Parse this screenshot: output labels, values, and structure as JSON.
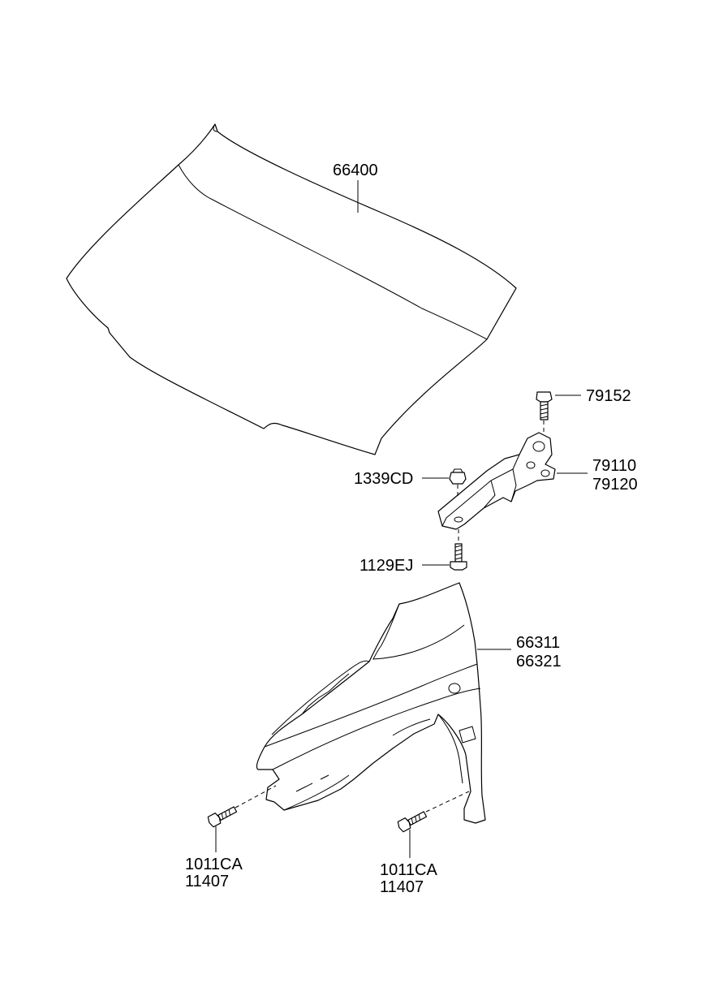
{
  "labels": {
    "hood": "66400",
    "hinge_bolt": "79152",
    "hinge_lh": "79110",
    "hinge_rh": "79120",
    "nut": "1339CD",
    "stud_bolt": "1129EJ",
    "fender_lh": "66311",
    "fender_rh": "66321",
    "fender_bolt_left_a": "1011CA",
    "fender_bolt_left_b": "11407",
    "fender_bolt_right_a": "1011CA",
    "fender_bolt_right_b": "11407"
  }
}
